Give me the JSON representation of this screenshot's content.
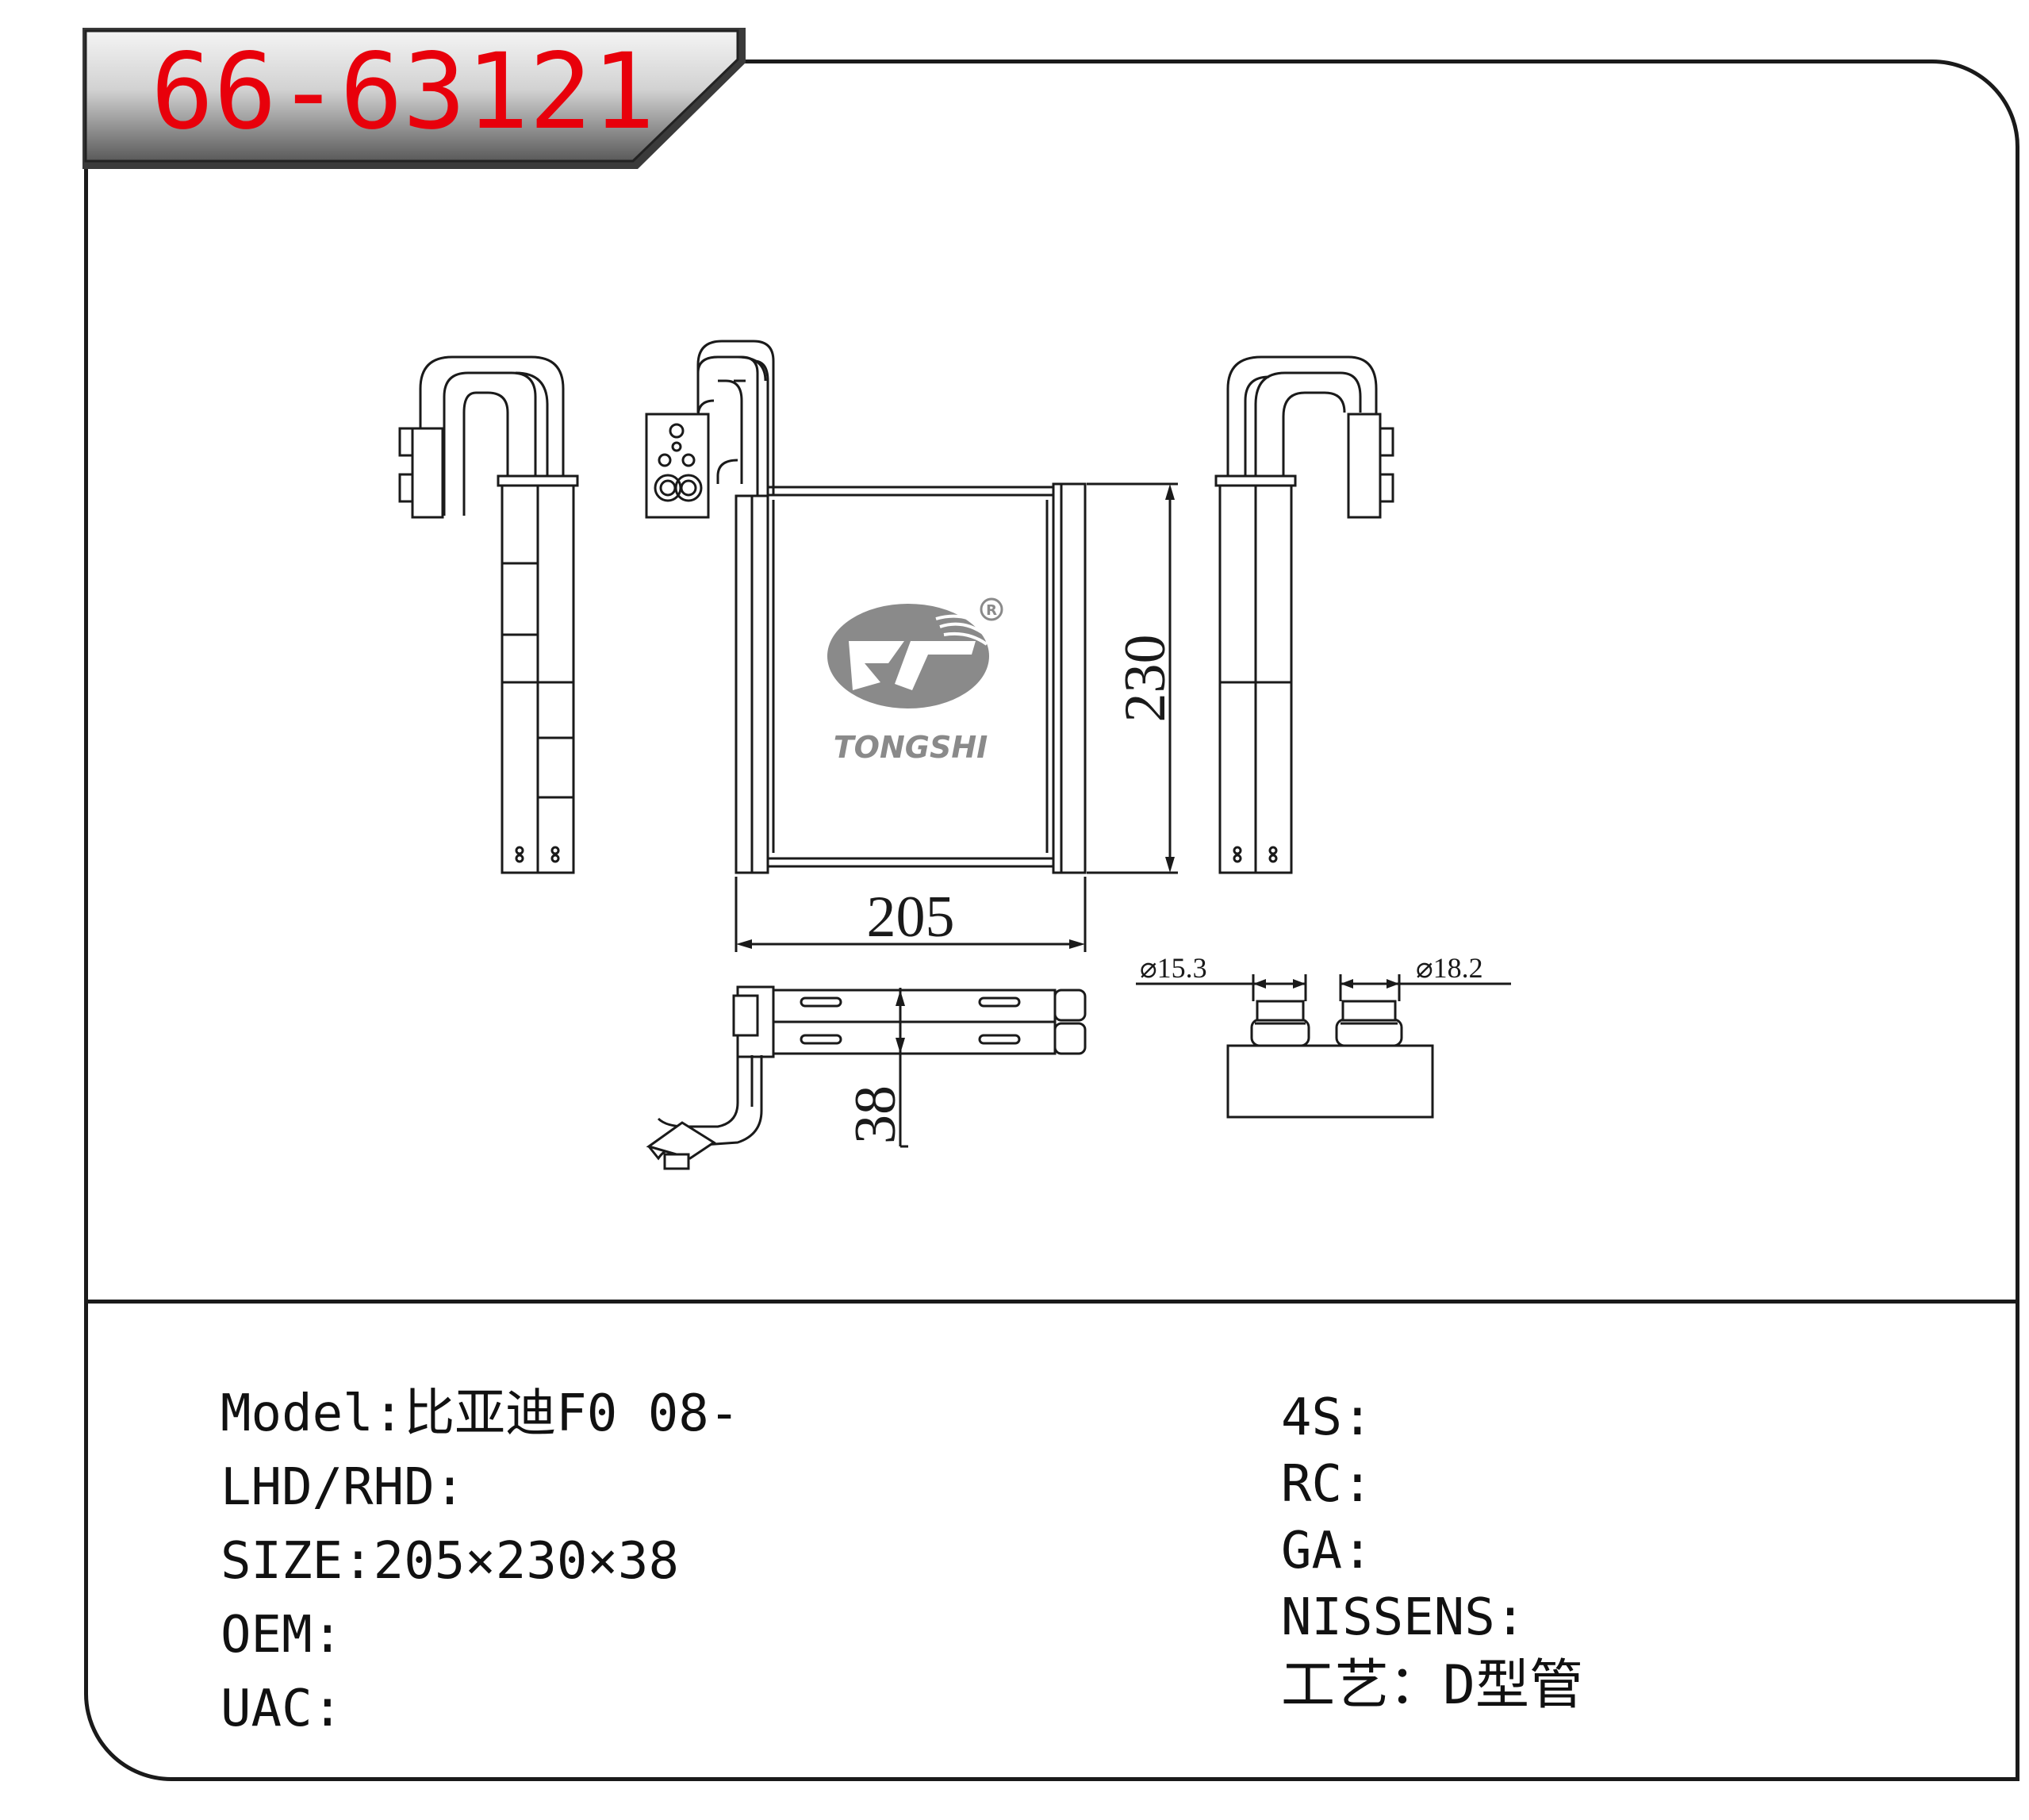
{
  "header": {
    "part_number": "66-63121"
  },
  "drawing": {
    "logo_text": "TONGSHI",
    "registered_mark": "R",
    "dimensions": {
      "width": "205",
      "height": "230",
      "depth": "38",
      "pipe_small": "⌀15.3",
      "pipe_large": "⌀18.2"
    }
  },
  "specs": {
    "left": [
      {
        "label": "Model:",
        "value": "比亚迪F0 08-"
      },
      {
        "label": "LHD/RHD:",
        "value": ""
      },
      {
        "label": "SIZE:",
        "value": "205×230×38"
      },
      {
        "label": "OEM:",
        "value": ""
      },
      {
        "label": "UAC:",
        "value": ""
      }
    ],
    "right": [
      {
        "label": "4S:",
        "value": ""
      },
      {
        "label": "RC:",
        "value": ""
      },
      {
        "label": "GA:",
        "value": ""
      },
      {
        "label": "NISSENS:",
        "value": ""
      },
      {
        "label": "工艺：",
        "value": "D型管"
      }
    ]
  },
  "colors": {
    "part_number": "#e8000b",
    "logo_gray": "#8a8a8a",
    "line": "#1a1a1a"
  }
}
